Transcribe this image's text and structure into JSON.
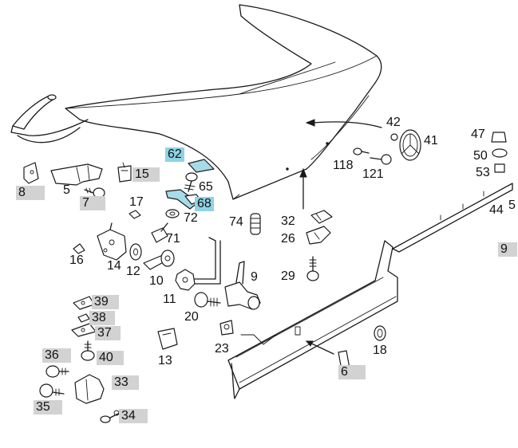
{
  "diagram": {
    "colors": {
      "highlight": "#8fd3e4",
      "grey_label": "#d2d2d2",
      "line": "#1a1a1a"
    },
    "callouts": [
      {
        "id": "62",
        "style": "hl"
      },
      {
        "id": "65",
        "style": "plain"
      },
      {
        "id": "68",
        "style": "hl"
      },
      {
        "id": "72",
        "style": "plain"
      },
      {
        "id": "74",
        "style": "plain"
      },
      {
        "id": "71",
        "style": "plain"
      },
      {
        "id": "8",
        "style": "grey"
      },
      {
        "id": "5",
        "style": "plain"
      },
      {
        "id": "7",
        "style": "grey"
      },
      {
        "id": "15",
        "style": "grey"
      },
      {
        "id": "17",
        "style": "plain"
      },
      {
        "id": "16",
        "style": "plain"
      },
      {
        "id": "14",
        "style": "plain"
      },
      {
        "id": "12",
        "style": "plain"
      },
      {
        "id": "10",
        "style": "plain"
      },
      {
        "id": "11",
        "style": "plain"
      },
      {
        "id": "9",
        "style": "plain"
      },
      {
        "id": "20",
        "style": "plain"
      },
      {
        "id": "39",
        "style": "grey"
      },
      {
        "id": "38",
        "style": "grey"
      },
      {
        "id": "37",
        "style": "grey"
      },
      {
        "id": "36",
        "style": "grey"
      },
      {
        "id": "40",
        "style": "grey"
      },
      {
        "id": "13",
        "style": "plain"
      },
      {
        "id": "23",
        "style": "plain"
      },
      {
        "id": "33",
        "style": "grey"
      },
      {
        "id": "35",
        "style": "grey"
      },
      {
        "id": "34",
        "style": "grey"
      },
      {
        "id": "32",
        "style": "plain"
      },
      {
        "id": "26",
        "style": "plain"
      },
      {
        "id": "29",
        "style": "plain"
      },
      {
        "id": "42",
        "style": "plain"
      },
      {
        "id": "41",
        "style": "plain"
      },
      {
        "id": "118",
        "style": "plain"
      },
      {
        "id": "121",
        "style": "plain"
      },
      {
        "id": "47",
        "style": "plain"
      },
      {
        "id": "50",
        "style": "plain"
      },
      {
        "id": "53",
        "style": "plain"
      },
      {
        "id": "44",
        "style": "plain"
      },
      {
        "id": "5",
        "style": "plain"
      },
      {
        "id": "9",
        "style": "grey"
      },
      {
        "id": "18",
        "style": "plain"
      },
      {
        "id": "6",
        "style": "grey"
      }
    ]
  }
}
